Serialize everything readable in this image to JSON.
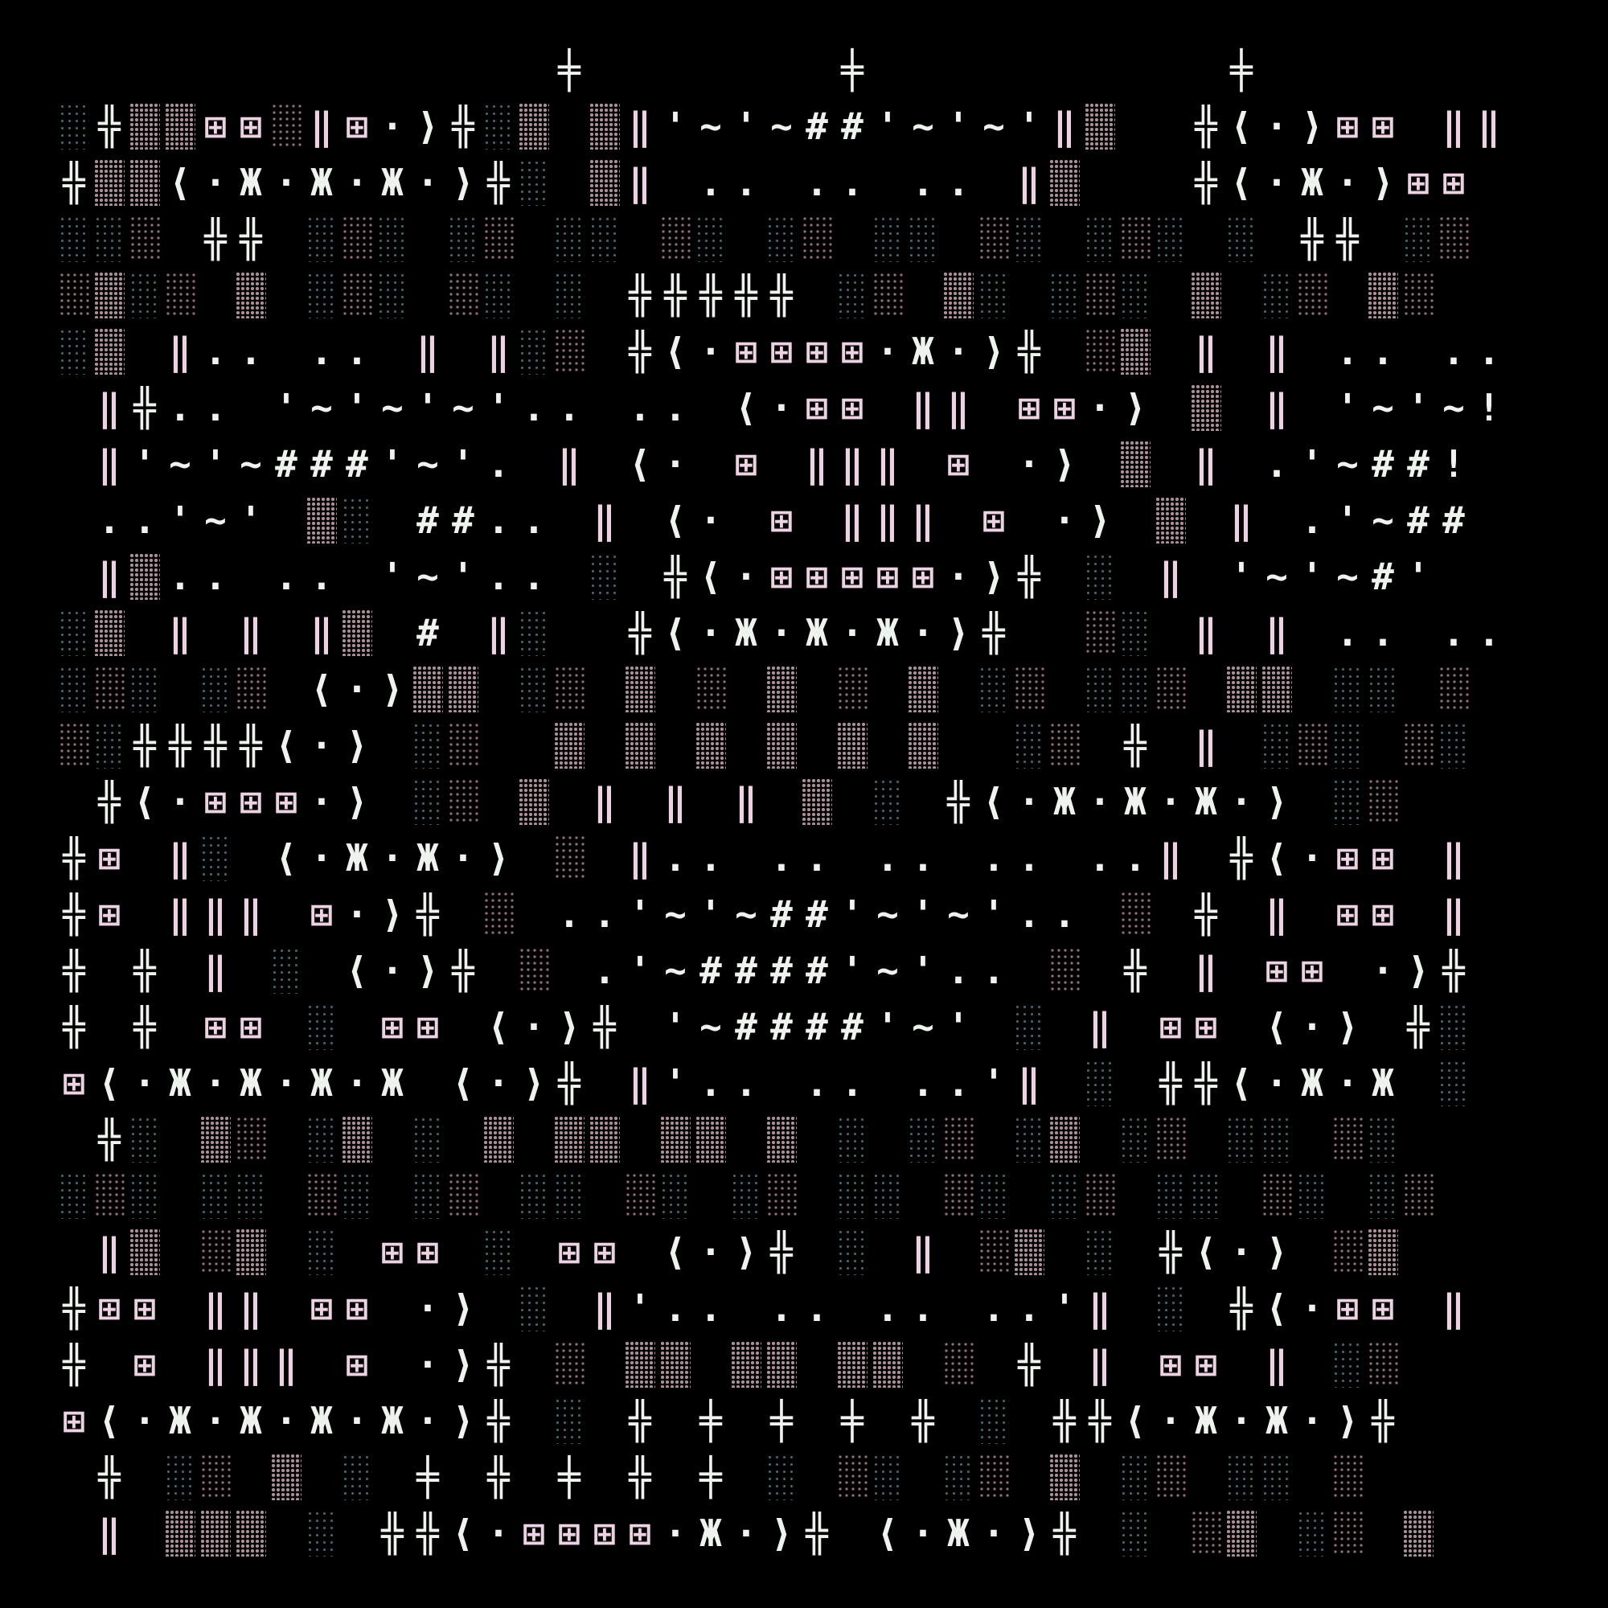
{
  "meta": {
    "description": "Generative textmode ASCII-art pattern of repeated window-face motifs on a black background"
  },
  "palette": {
    "background": "#000000",
    "white_glyph": "#eef3ee",
    "pink_glyph": "#ecd2e2",
    "mauve_dot_block": "#a98e97",
    "rose_dot_block": "#8d6b7c",
    "teal_dot_block": "#44626b"
  },
  "legend": {
    "░": "teal-dot-block",
    "▒": "rose-dot-block",
    "▓": "mauve-dot-block",
    "⊞": "window-glyph",
    "‖": "double-bar-glyph",
    "╬": "cross-glyph",
    "╪": "tall-cross-glyph",
    "⟨": "angle-open-glyph",
    "⟩": "angle-close-glyph",
    "·": "dot-glyph",
    "Ж": "x-glyph",
    "#": "hash-glyph",
    "~": "tilde-glyph",
    "'": "tick-glyph",
    ".": "period-glyph",
    "!": "bang-glyph"
  },
  "art": {
    "rows": [
      "              ╪       ╪          ╪       ",
      "░╬▓▓⊞⊞▒‖⊞·⟩╬░▓ ▓‖'~'~##'~'~'‖▓  ╬⟨·⟩⊞⊞ ‖‖",
      "╬▓▓⟨·Ж·Ж·Ж·⟩╬░ ▓‖ .. .. .. ‖▓   ╬⟨·Ж·⟩⊞⊞",
      "░░▒ ╬╬ ░▒░ ░▒ ░░ ▒░ ░▒ ░░ ▒░ ░▒░ ░ ╬╬ ░▒",
      "▒▓░▒ ▓ ░▒░ ▒░ ░ ╬╬╬╬╬ ░▒ ▓░ ░▒░ ▓ ░▒ ▓▒",
      "░▓ ‖.. .. ‖ ‖░▒ ╬⟨·⊞⊞⊞⊞·Ж·⟩╬ ▒▓ ‖ ‖ .. ..",
      " ‖╬.. '~'~'~'.. .. ⟨·⊞⊞ ‖‖ ⊞⊞·⟩ ▓ ‖ '~'~!",
      " ‖'~'~###'~'. ‖ ⟨· ⊞ ‖‖‖ ⊞ ·⟩ ▓ ‖ .'~##!",
      " ..'~' ▓░ ##.. ‖ ⟨· ⊞ ‖‖‖ ⊞ ·⟩ ▓ ‖ .'~##",
      " ‖▓.. .. '~'.. ░ ╬⟨·⊞⊞⊞⊞⊞·⟩╬ ░ ‖ '~'~#'",
      "░▓ ‖ ‖ ‖▓ # ‖░  ╬⟨·Ж·Ж·Ж·⟩╬  ▒░ ‖ ‖ .. ..",
      "░▒░ ░▒ ⟨·⟩▓▓ ░▒ ▓ ▒ ▓ ▒ ▓ ░▒ ░░▒ ▓▓ ░░ ▒",
      "▒░╬╬╬╬⟨·⟩ ░▒  ▓ ▓ ▓ ▓ ▓ ▓  ░▒ ╬ ‖ ░▒░ ▒░",
      " ╬⟨·⊞⊞⊞·⟩ ░▒ ▓ ‖ ‖ ‖ ▓ ░ ╬⟨·Ж·Ж·Ж·⟩ ░▒",
      "╬⊞ ‖░ ⟨·Ж·Ж·⟩ ▒ ‖.. .. .. .. ..‖ ╬⟨·⊞⊞ ‖",
      "╬⊞ ‖‖‖ ⊞·⟩╬ ▒ ..'~'~##'~'~'.. ▒ ╬ ‖ ⊞⊞ ‖",
      "╬ ╬ ‖ ░ ⟨·⟩╬ ▒ .'~####'~'.. ▒ ╬ ‖ ⊞⊞ ·⟩╬",
      "╬ ╬ ⊞⊞ ░ ⊞⊞ ⟨·⟩╬ '~####'~' ░ ‖ ⊞⊞ ⟨·⟩ ╬░",
      "⊞⟨·Ж·Ж·Ж·Ж ⟨·⟩╬ ‖'.. .. ..'‖ ░ ╬╬⟨·Ж·Ж ░",
      " ╬░ ▓▒ ░▓ ░ ▓ ▓▓ ▓▓ ▓ ░ ░▒ ░▓ ░▒ ░░ ▒░",
      "░▒░ ░░ ▒░ ░▒ ░░ ▒░ ░▒ ░░ ▒░ ░▒ ░░ ▒░ ░▒",
      " ‖▓ ▒▓ ░ ⊞⊞ ░ ⊞⊞ ⟨·⟩╬ ░ ‖ ▒▓ ░ ╬⟨·⟩ ▒▓",
      "╬⊞⊞ ‖‖ ⊞⊞ ·⟩ ░ ‖'.. .. .. ..'‖ ░ ╬⟨·⊞⊞ ‖",
      "╬ ⊞ ‖‖‖ ⊞ ·⟩╬ ▒ ▓▓ ▓▓ ▓▓ ▒ ╬ ‖ ⊞⊞ ‖ ░▒",
      "⊞⟨·Ж·Ж·Ж·Ж·⟩╬ ░ ╬ ╪ ╪ ╪ ╬ ░ ╬╬⟨·Ж·Ж·⟩╬",
      " ╬ ░▒ ▓ ░ ╪ ╬ ╪ ╬ ╪ ░ ▒░ ░▒ ▓ ░▒ ░░ ▒",
      " ‖ ▓▓▓ ░ ╬╬⟨·⊞⊞⊞⊞·Ж·⟩╬ ⟨·Ж·⟩╬ ░ ▒▓ ░▒ ▓"
    ]
  }
}
